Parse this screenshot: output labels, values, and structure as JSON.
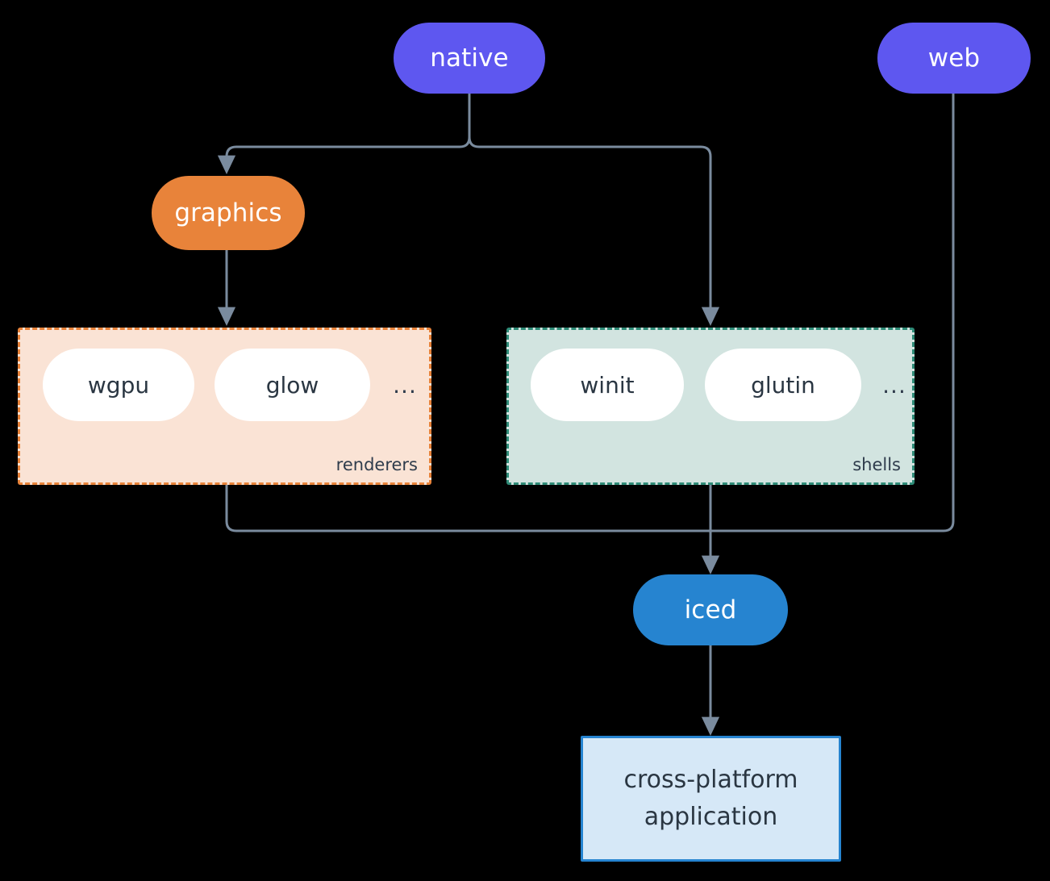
{
  "diagram": {
    "type": "flowchart",
    "direction": "top-down",
    "background_color": "#000000",
    "edge_color": "#7A8B9E",
    "nodes": {
      "native": {
        "label": "native",
        "shape": "stadium",
        "color": "#5E57F0",
        "text_color": "#FFFFFF"
      },
      "web": {
        "label": "web",
        "shape": "stadium",
        "color": "#5E57F0",
        "text_color": "#FFFFFF"
      },
      "graphics": {
        "label": "graphics",
        "shape": "stadium",
        "color": "#E8833A",
        "text_color": "#FFFFFF"
      },
      "iced": {
        "label": "iced",
        "shape": "stadium",
        "color": "#2684D0",
        "text_color": "#FFFFFF"
      },
      "application": {
        "line1": "cross-platform",
        "line2": "application",
        "shape": "rectangle",
        "color": "#D6E8F7",
        "border_color": "#2684D0",
        "text_color": "#2A3642"
      }
    },
    "subgraphs": [
      {
        "id": "renderers",
        "label": "renderers",
        "fill": "#FAE3D5",
        "border_color": "#E8833A",
        "border_style": "dashed",
        "children": [
          {
            "label": "wgpu"
          },
          {
            "label": "glow"
          }
        ],
        "overflow": "..."
      },
      {
        "id": "shells",
        "label": "shells",
        "fill": "#D2E4E0",
        "border_color": "#2E8B77",
        "border_style": "dashed",
        "children": [
          {
            "label": "winit"
          },
          {
            "label": "glutin"
          }
        ],
        "overflow": "..."
      }
    ],
    "edges": [
      {
        "from": "native",
        "to": "graphics",
        "arrow": true
      },
      {
        "from": "native",
        "to": "shells",
        "arrow": true
      },
      {
        "from": "graphics",
        "to": "renderers",
        "arrow": true
      },
      {
        "from": "renderers",
        "to": "iced",
        "arrow": true
      },
      {
        "from": "shells",
        "to": "iced",
        "arrow": true
      },
      {
        "from": "web",
        "to": "iced",
        "arrow": true
      },
      {
        "from": "iced",
        "to": "application",
        "arrow": true
      }
    ]
  }
}
